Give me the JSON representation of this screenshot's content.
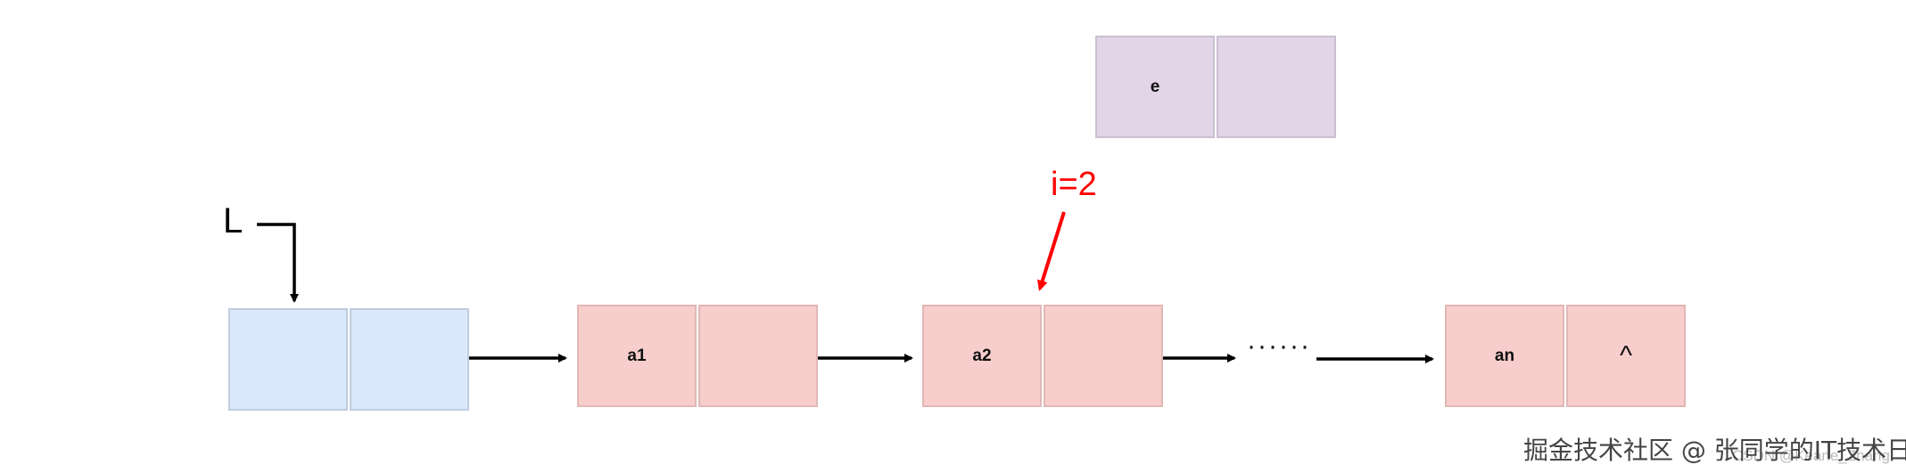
{
  "labels": {
    "head_pointer": "L",
    "index": "i=2",
    "ellipsis": "······"
  },
  "nodes": {
    "head": {
      "data": "",
      "next": ""
    },
    "a1": {
      "data": "a1",
      "next": ""
    },
    "a2": {
      "data": "a2",
      "next": ""
    },
    "an": {
      "data": "an",
      "next": "^"
    },
    "e": {
      "data": "e",
      "next": ""
    }
  },
  "watermark": {
    "main": "掘金技术社区 @ 张同学的IT技术日记",
    "faint": "CSDN @Keane_Zhang"
  },
  "colors": {
    "head_fill": "#dae8fc",
    "data_node_fill": "#f8cecc",
    "new_node_fill": "#e1d5e7",
    "index_arrow": "#ff0000",
    "arrow": "#000000"
  }
}
